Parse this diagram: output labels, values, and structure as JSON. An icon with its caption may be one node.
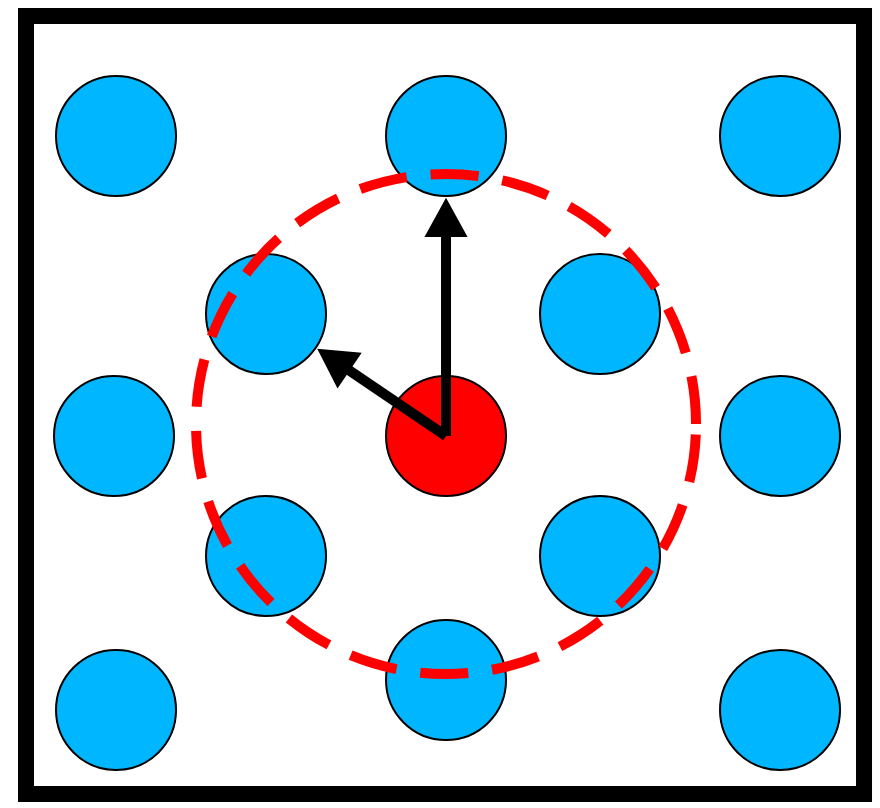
{
  "diagram": {
    "nodes": [
      {
        "text": [],
        "shape": "circle"
      },
      {
        "text": [],
        "shape": "circle"
      },
      {
        "text": [],
        "shape": "circle"
      },
      {
        "text": [],
        "shape": "circle"
      },
      {
        "text": [],
        "shape": "circle"
      },
      {
        "text": [],
        "shape": "circle"
      },
      {
        "text": [],
        "shape": "circle"
      },
      {
        "text": [],
        "shape": "circle"
      },
      {
        "text": [],
        "shape": "circle"
      },
      {
        "text": [],
        "shape": "circle"
      },
      {
        "text": [],
        "shape": "circle"
      },
      {
        "text": [],
        "shape": "circle"
      },
      {
        "text": [],
        "shape": "circle"
      }
    ],
    "edges": [
      {
        "from": 6,
        "to": 1,
        "arrow": "to"
      },
      {
        "from": 6,
        "to": 3,
        "arrow": "to"
      }
    ]
  }
}
